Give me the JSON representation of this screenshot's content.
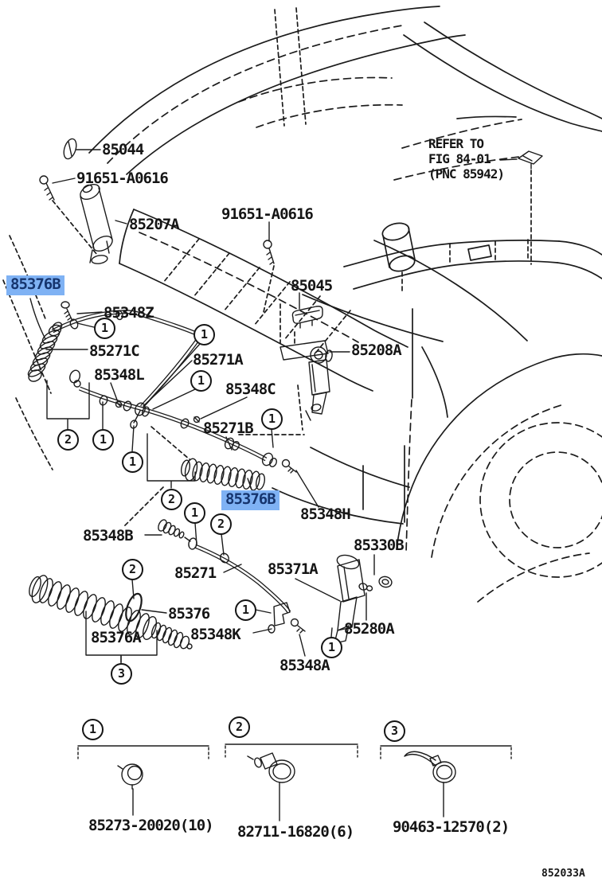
{
  "figure_code": "852033A",
  "theme": {
    "highlight_bg": "#7fb2f4",
    "highlight_text": "#16356e",
    "line_color": "#1b1b1b"
  },
  "note": {
    "line1": "REFER TO",
    "line2": "FIG 84-01",
    "line3": "(PNC 85942)"
  },
  "part_labels": [
    {
      "text": "85044",
      "highlighted": false
    },
    {
      "text": "91651-A0616",
      "highlighted": false
    },
    {
      "text": "85207A",
      "highlighted": false
    },
    {
      "text": "91651-A0616",
      "highlighted": false
    },
    {
      "text": "85045",
      "highlighted": false
    },
    {
      "text": "85376B",
      "highlighted": true
    },
    {
      "text": "85348Z",
      "highlighted": false
    },
    {
      "text": "85271C",
      "highlighted": false
    },
    {
      "text": "85271A",
      "highlighted": false
    },
    {
      "text": "85348L",
      "highlighted": false
    },
    {
      "text": "85348C",
      "highlighted": false
    },
    {
      "text": "85208A",
      "highlighted": false
    },
    {
      "text": "85271B",
      "highlighted": false
    },
    {
      "text": "85376B",
      "highlighted": true
    },
    {
      "text": "85348H",
      "highlighted": false
    },
    {
      "text": "85348B",
      "highlighted": false
    },
    {
      "text": "85330B",
      "highlighted": false
    },
    {
      "text": "85271",
      "highlighted": false
    },
    {
      "text": "85371A",
      "highlighted": false
    },
    {
      "text": "85376",
      "highlighted": false
    },
    {
      "text": "85376A",
      "highlighted": false
    },
    {
      "text": "85348K",
      "highlighted": false
    },
    {
      "text": "85280A",
      "highlighted": false
    },
    {
      "text": "85348A",
      "highlighted": false
    }
  ],
  "callouts": [
    "1",
    "1",
    "1",
    "2",
    "1",
    "1",
    "1",
    "2",
    "1",
    "2",
    "2",
    "1",
    "1",
    "3"
  ],
  "legend": {
    "items": [
      {
        "num": "1",
        "part": "85273-20020(10)"
      },
      {
        "num": "2",
        "part": "82711-16820(6)"
      },
      {
        "num": "3",
        "part": "90463-12570(2)"
      }
    ]
  }
}
